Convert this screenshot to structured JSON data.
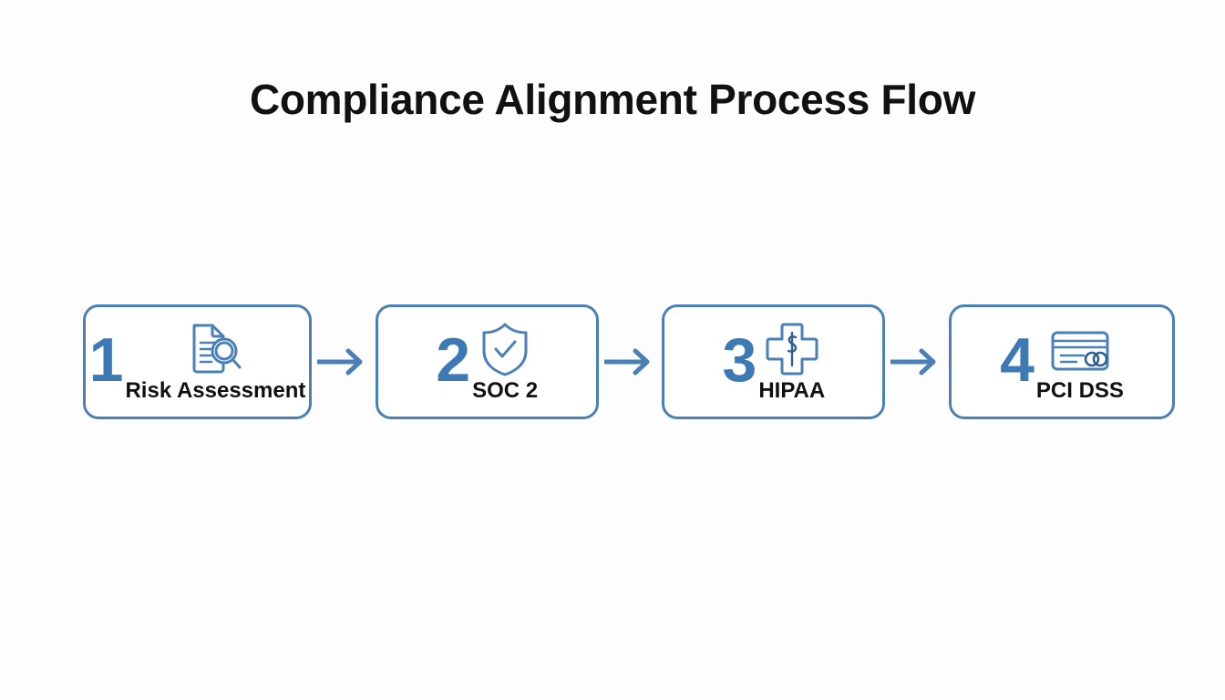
{
  "page": {
    "title": "Compliance Alignment Process Flow",
    "background_color": "#fdfdff",
    "accent_color": "#4a80b8",
    "number_color": "#3d79b5",
    "label_color": "#111111"
  },
  "flow": {
    "steps": [
      {
        "number": "1",
        "label": "Risk Assessment",
        "icon": "document-magnifier-icon"
      },
      {
        "number": "2",
        "label": "SOC 2",
        "icon": "shield-check-icon"
      },
      {
        "number": "3",
        "label": "HIPAA",
        "icon": "medical-cross-caduceus-icon"
      },
      {
        "number": "4",
        "label": "PCI DSS",
        "icon": "credit-card-icon"
      }
    ],
    "connectors": [
      {
        "icon": "arrow-right-icon"
      },
      {
        "icon": "arrow-right-icon"
      },
      {
        "icon": "arrow-right-icon"
      }
    ]
  }
}
